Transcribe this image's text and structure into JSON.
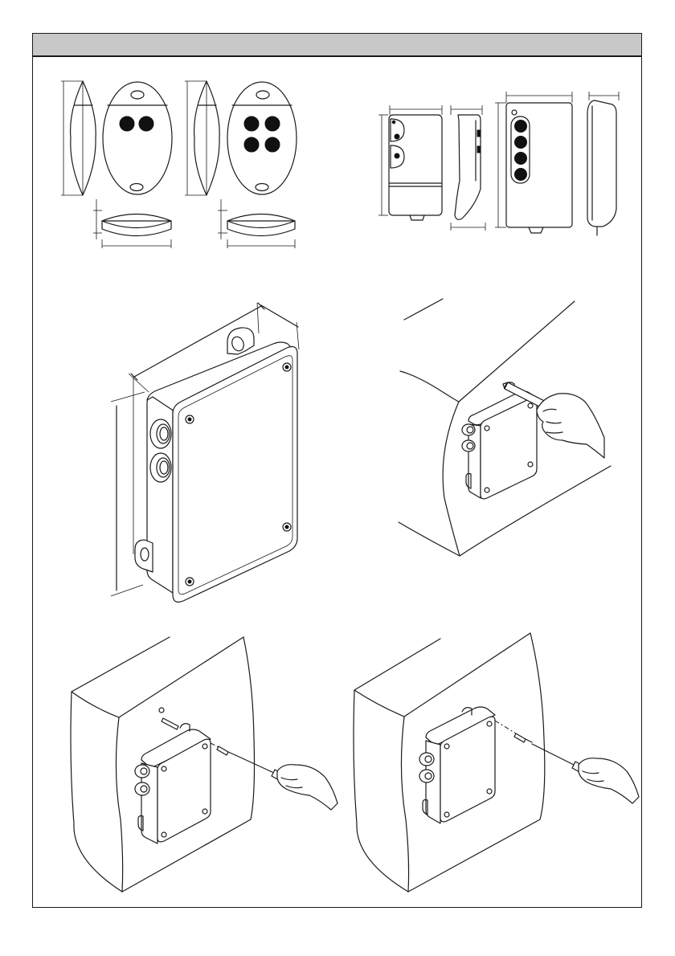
{
  "colors": {
    "header_bar": "#c8c8c8",
    "line": "#1a1a1a",
    "button_fill": "#111111",
    "background": "#ffffff"
  },
  "figures": [
    {
      "id": "remote-oval-2-button",
      "buttons": 2
    },
    {
      "id": "remote-oval-4-button",
      "buttons": 4
    },
    {
      "id": "remote-rect-2-button",
      "buttons": 2
    },
    {
      "id": "remote-rect-4-button",
      "buttons": 4
    },
    {
      "id": "control-box-dimensions",
      "cable_glands": 2
    },
    {
      "id": "wall-mark-drill-holes"
    },
    {
      "id": "wall-insert-plug-screw"
    },
    {
      "id": "wall-fix-box-screw"
    }
  ]
}
